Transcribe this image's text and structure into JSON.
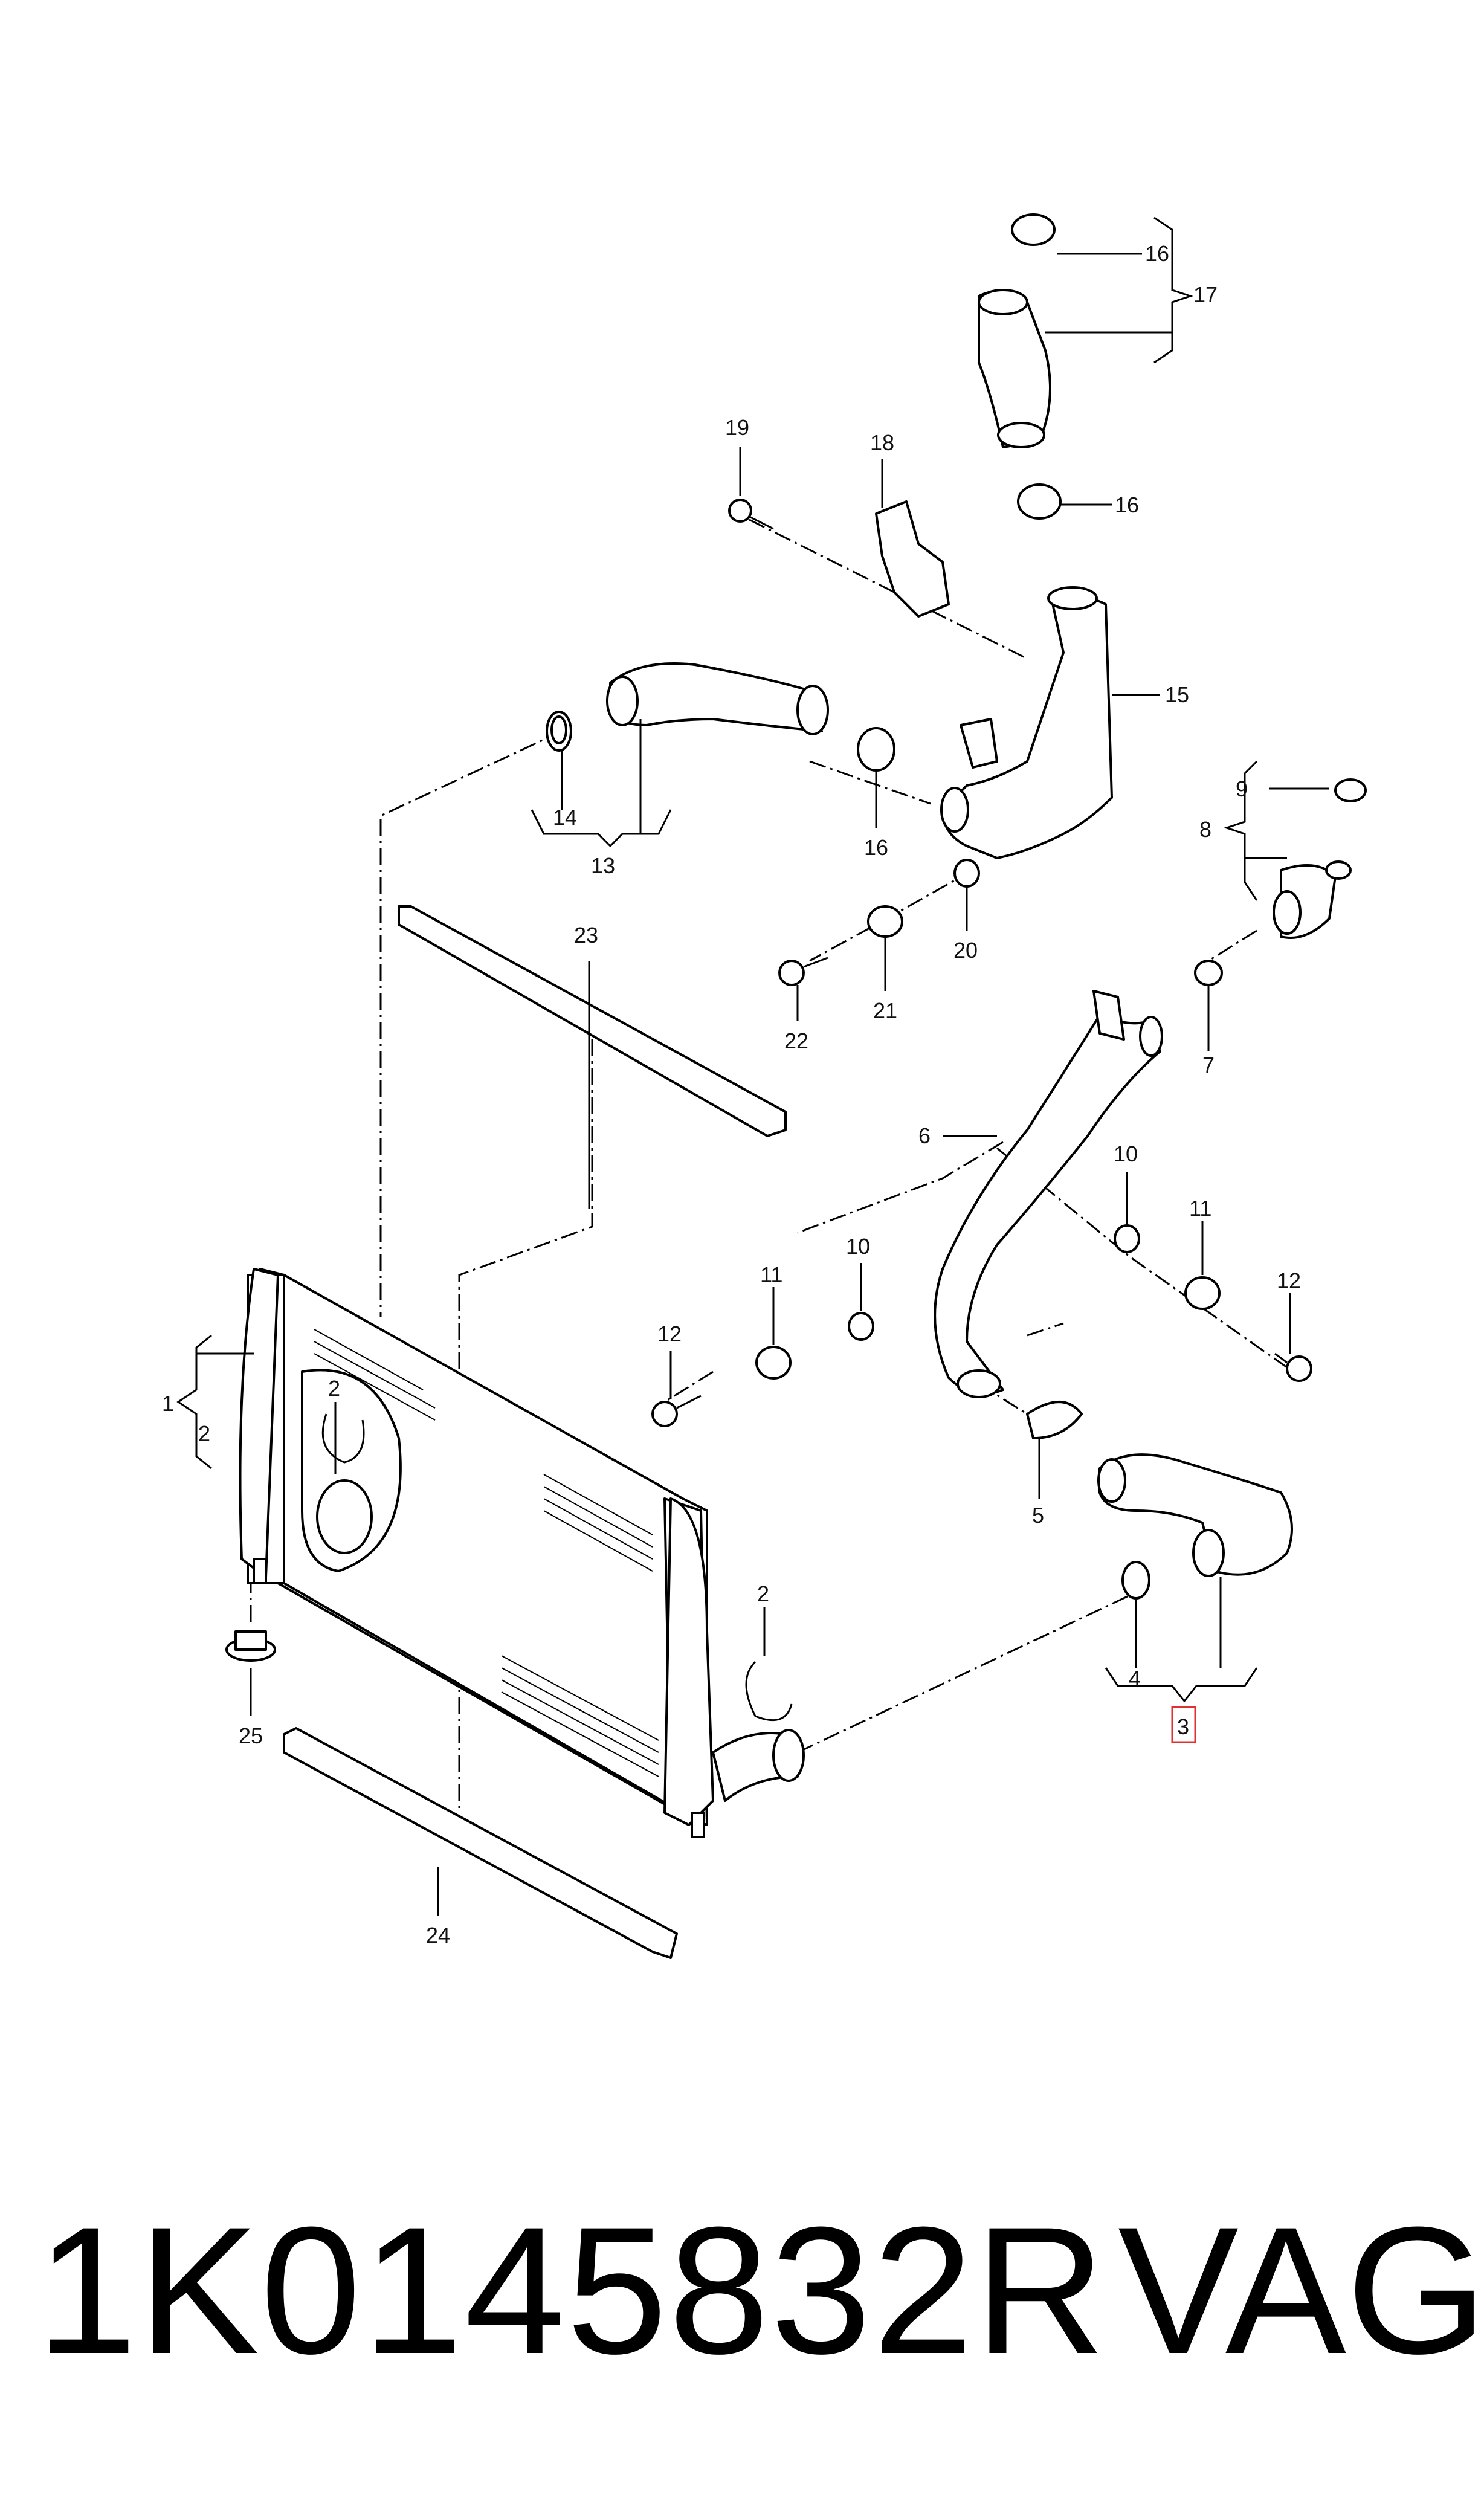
{
  "labels": {
    "l1": "1",
    "l2a": "2",
    "l2b": "2",
    "l2c": "2",
    "l3": "3",
    "l4": "4",
    "l5": "5",
    "l6": "6",
    "l7": "7",
    "l8": "8",
    "l9": "9",
    "l10a": "10",
    "l10b": "10",
    "l11a": "11",
    "l11b": "11",
    "l12a": "12",
    "l12b": "12",
    "l13": "13",
    "l14": "14",
    "l15": "15",
    "l16a": "16",
    "l16b": "16",
    "l16c": "16",
    "l17": "17",
    "l18": "18",
    "l19": "19",
    "l20": "20",
    "l21": "21",
    "l22": "22",
    "l23": "23",
    "l24": "24",
    "l25": "25"
  },
  "highlight_color": "#e03030",
  "footer": {
    "part_number": "1K0145832R",
    "brand": "VAG"
  }
}
